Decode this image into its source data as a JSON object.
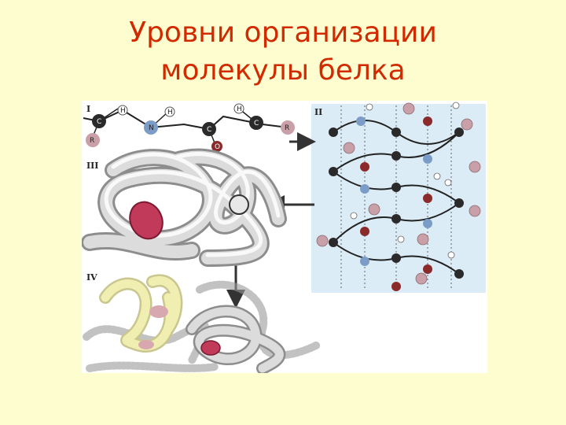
{
  "title": {
    "line1": "Уровни организации",
    "line2": "молекулы белка"
  },
  "figure": {
    "panel_labels": [
      "I",
      "II",
      "III",
      "IV"
    ],
    "primary_atoms": [
      "C",
      "H",
      "H",
      "N",
      "C",
      "O",
      "H",
      "C",
      "R",
      "R"
    ],
    "colors": {
      "title": "#d12a00",
      "background": "#fdfdd0",
      "helix_background": "#dcecf6",
      "atom_carbon": "#2a2a2a",
      "atom_nitrogen": "#7a9cc6",
      "atom_oxygen": "#8a2a2a",
      "r_group": "#c9a0a8",
      "chain": "#cfcfcf",
      "heme": "#c23a5a",
      "yellow_chain": "#f0eeb0"
    }
  }
}
